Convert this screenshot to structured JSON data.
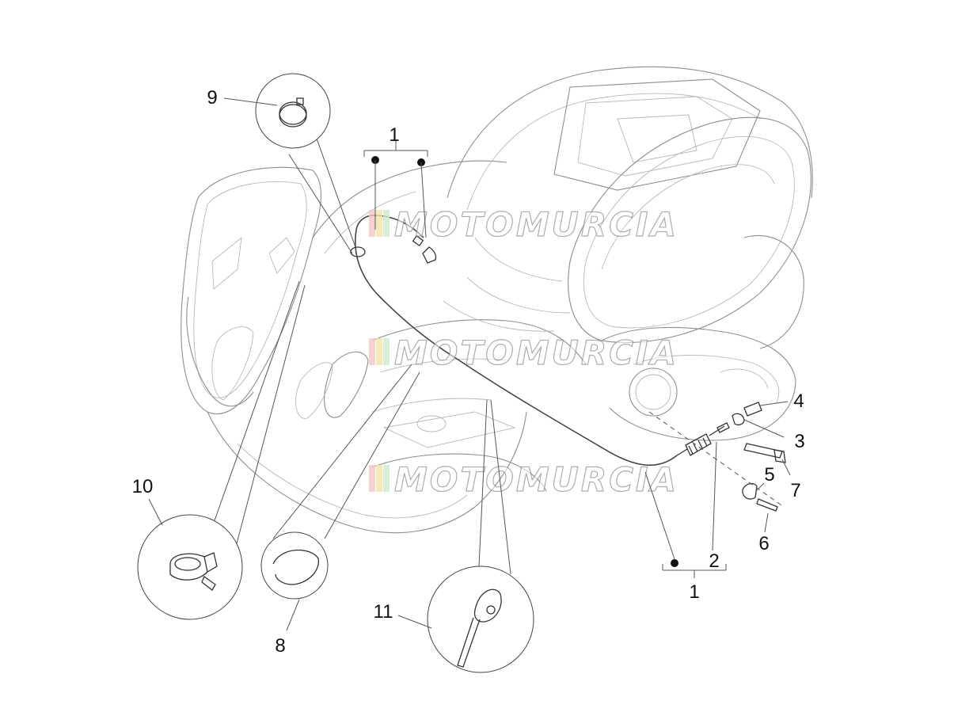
{
  "callouts": [
    {
      "id": "1a",
      "text": "1"
    },
    {
      "id": "1b",
      "text": "1"
    },
    {
      "id": "2",
      "text": "2"
    },
    {
      "id": "3",
      "text": "3"
    },
    {
      "id": "4",
      "text": "4"
    },
    {
      "id": "5",
      "text": "5"
    },
    {
      "id": "6",
      "text": "6"
    },
    {
      "id": "7",
      "text": "7"
    },
    {
      "id": "8",
      "text": "8"
    },
    {
      "id": "9",
      "text": "9"
    },
    {
      "id": "10",
      "text": "10"
    },
    {
      "id": "11",
      "text": "11"
    }
  ],
  "watermark": {
    "text": "MOTOMURCIA",
    "stripe_colors": [
      "#f2c6c6",
      "#f4e3a8",
      "#cfe8cf",
      "#f2c6c6"
    ]
  },
  "colors": {
    "line": "#8e8e8e",
    "part": "#333333",
    "label": "#111111"
  }
}
